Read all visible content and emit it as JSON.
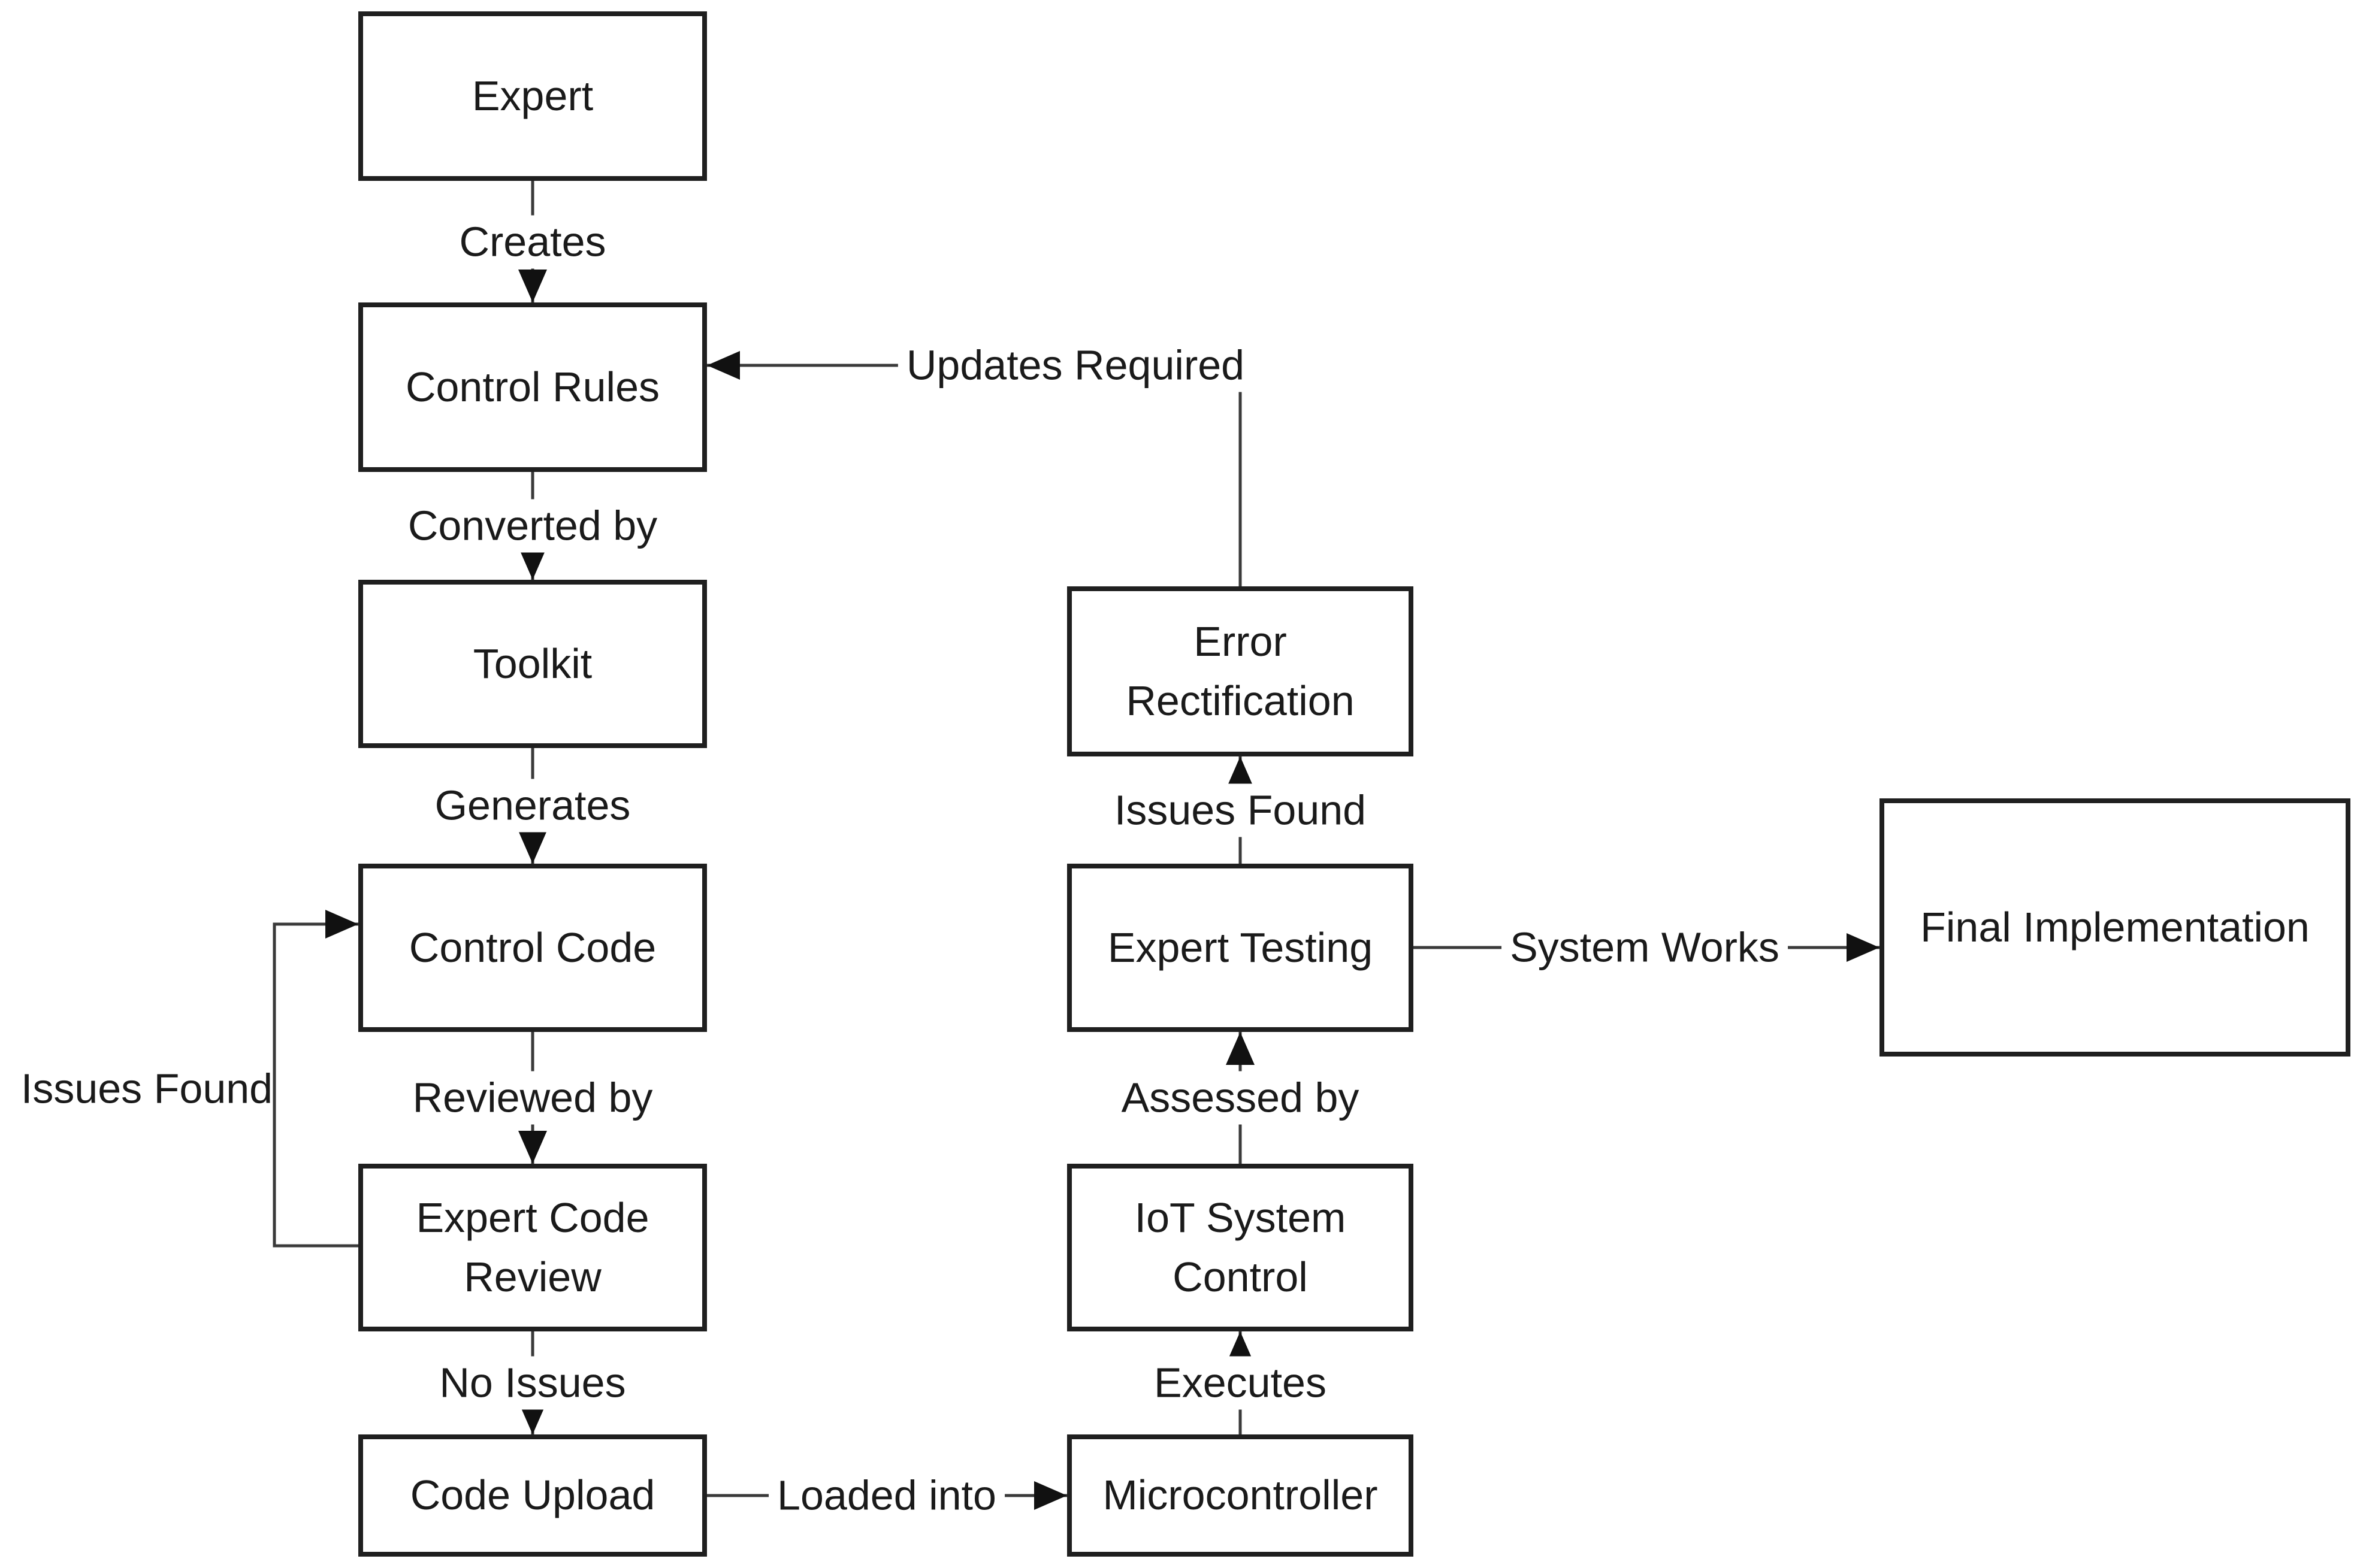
{
  "diagram": {
    "background_color": "#ffffff",
    "box_border_color": "#1f1f1f",
    "line_color": "#3a3a3a",
    "text_color": "#1a1a1a",
    "nodes": {
      "expert": {
        "label": "Expert"
      },
      "control_rules": {
        "label": "Control Rules"
      },
      "toolkit": {
        "label": "Toolkit"
      },
      "control_code": {
        "label": "Control Code"
      },
      "expert_code_review": {
        "line1": "Expert Code",
        "line2": "Review"
      },
      "code_upload": {
        "label": "Code Upload"
      },
      "error_rectification": {
        "line1": "Error",
        "line2": "Rectification"
      },
      "expert_testing": {
        "label": "Expert Testing"
      },
      "iot_system_control": {
        "line1": "IoT System",
        "line2": "Control"
      },
      "microcontroller": {
        "label": "Microcontroller"
      },
      "final_implementation": {
        "label": "Final Implementation"
      }
    },
    "edges": {
      "creates": {
        "label": "Creates"
      },
      "converted_by": {
        "label": "Converted by"
      },
      "generates": {
        "label": "Generates"
      },
      "reviewed_by": {
        "label": "Reviewed by"
      },
      "no_issues": {
        "label": "No Issues"
      },
      "issues_found_loop": {
        "label": "Issues Found"
      },
      "loaded_into": {
        "label": "Loaded into"
      },
      "executes": {
        "label": "Executes"
      },
      "assessed_by": {
        "label": "Assessed by"
      },
      "issues_found_testing": {
        "label": "Issues Found"
      },
      "updates_required": {
        "label": "Updates Required"
      },
      "system_works": {
        "label": "System Works"
      }
    }
  }
}
